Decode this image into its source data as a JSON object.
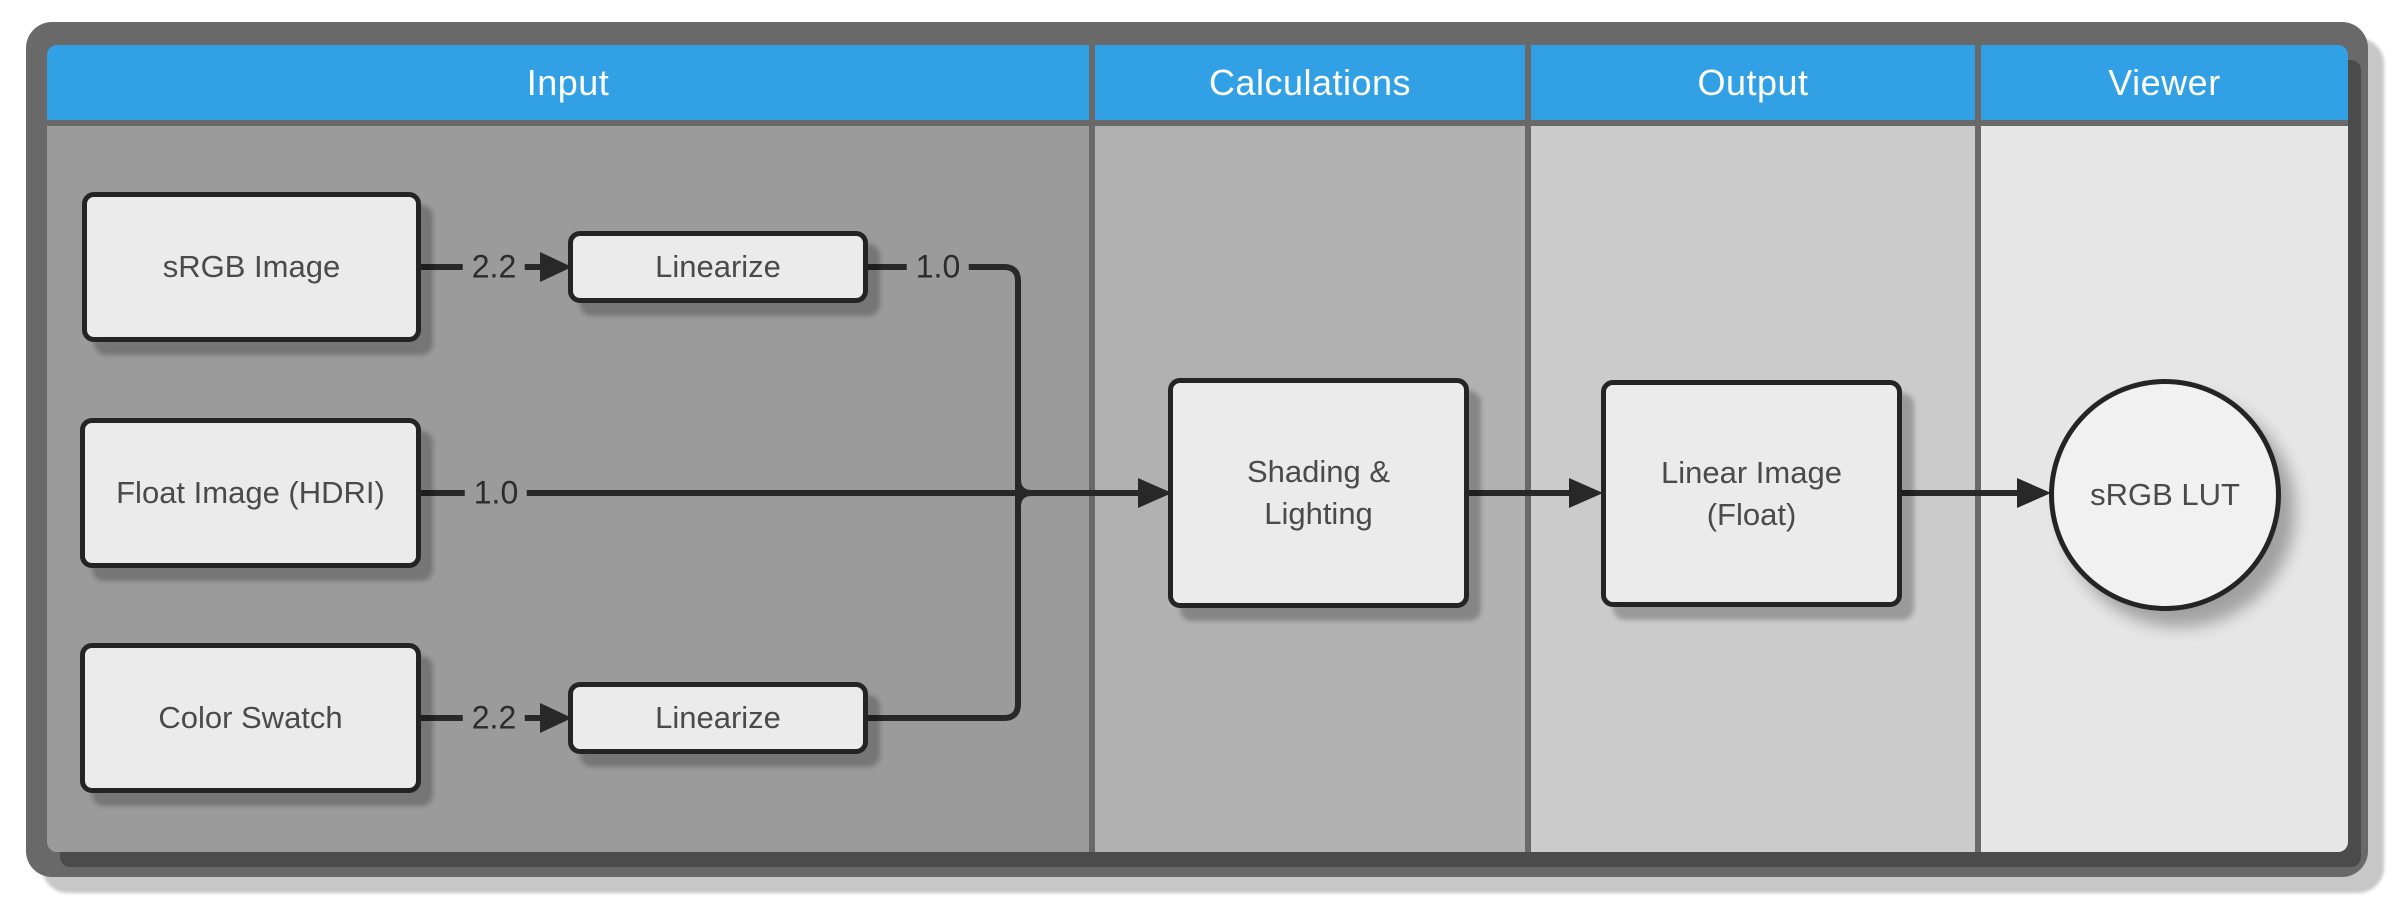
{
  "diagram": {
    "title_context": "sRGB linear workflow swimlane diagram",
    "columns": [
      {
        "id": "input",
        "label": "Input"
      },
      {
        "id": "calculations",
        "label": "Calculations"
      },
      {
        "id": "output",
        "label": "Output"
      },
      {
        "id": "viewer",
        "label": "Viewer"
      }
    ],
    "nodes": {
      "srgb_image": {
        "label": "sRGB Image",
        "column": "input",
        "shape": "rect"
      },
      "float_image": {
        "label": "Float Image (HDRI)",
        "column": "input",
        "shape": "rect"
      },
      "color_swatch": {
        "label": "Color Swatch",
        "column": "input",
        "shape": "rect"
      },
      "linearize_a": {
        "label": "Linearize",
        "column": "input",
        "shape": "rect"
      },
      "linearize_b": {
        "label": "Linearize",
        "column": "input",
        "shape": "rect"
      },
      "shading_lighting": {
        "label": "Shading & Lighting",
        "column": "calculations",
        "shape": "rect"
      },
      "linear_image": {
        "label": "Linear Image (Float)",
        "column": "output",
        "shape": "rect"
      },
      "srgb_lut": {
        "label": "sRGB LUT",
        "column": "viewer",
        "shape": "circle"
      }
    },
    "edges": [
      {
        "from": "srgb_image",
        "to": "linearize_a",
        "label": "2.2"
      },
      {
        "from": "linearize_a",
        "to": "shading_lighting",
        "label": "1.0"
      },
      {
        "from": "float_image",
        "to": "shading_lighting",
        "label": "1.0"
      },
      {
        "from": "color_swatch",
        "to": "linearize_b",
        "label": "2.2"
      },
      {
        "from": "linearize_b",
        "to": "shading_lighting",
        "label": ""
      },
      {
        "from": "shading_lighting",
        "to": "linear_image",
        "label": ""
      },
      {
        "from": "linear_image",
        "to": "srgb_lut",
        "label": ""
      }
    ]
  },
  "colors": {
    "accent_blue": "#32a0e4",
    "frame_gray": "#696969",
    "lane_input": "#9b9b9b",
    "lane_calculations": "#b1b1b1",
    "lane_output": "#cbcbcb",
    "lane_viewer": "#e6e6e6",
    "node_fill": "#ebebeb",
    "circle_fill": "#f1f1f1",
    "node_border": "#242424",
    "connector": "#282828",
    "node_text": "#4a4a4a",
    "header_text": "#ffffff",
    "page_bg": "#ffffff",
    "frame_shadow": "#c7c7c7"
  }
}
